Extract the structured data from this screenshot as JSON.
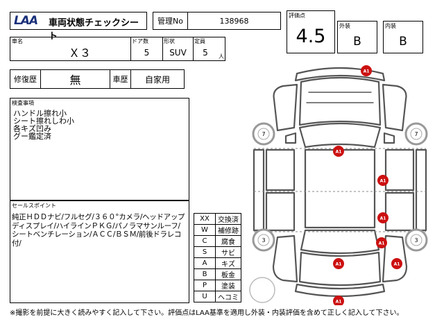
{
  "header": {
    "logo_text": "LAA",
    "title": "車両状態チェックシート",
    "mgmt_label": "管理No",
    "mgmt_value": "138968"
  },
  "rating": {
    "label": "評価点",
    "value": "4.5",
    "exterior_label": "外装",
    "exterior_value": "B",
    "interior_label": "内装",
    "interior_value": "B"
  },
  "vehicle": {
    "name_label": "車名",
    "name_value": "Ｘ３",
    "doors_label": "ドア数",
    "doors_value": "5",
    "shape_label": "形状",
    "shape_value": "SUV",
    "capacity_label": "定員",
    "capacity_value": "5",
    "capacity_unit": "人"
  },
  "history": {
    "repair_label": "修復歴",
    "repair_value": "無",
    "usage_label": "車歴",
    "usage_value": "自家用"
  },
  "inspection": {
    "label": "検査事項",
    "text": "ハンドル擦れ小\nシート擦れしわ小\n各キズ凹み\nグー鑑定済"
  },
  "sales": {
    "label": "セールスポイント",
    "text": "純正ＨＤＤナビ/フルセグ/３６０°カメラ/ヘッドアップディスプレイ/ハイラインＰＫＧ/パノラマサンルーフ/シートベンチレーション/ＡＣＣ/ＢＳＭ/前後ドラレコ付/"
  },
  "legend": [
    {
      "code": "XX",
      "meaning": "交換済"
    },
    {
      "code": "W",
      "meaning": "補修跡"
    },
    {
      "code": "C",
      "meaning": "腐食"
    },
    {
      "code": "S",
      "meaning": "サビ"
    },
    {
      "code": "A",
      "meaning": "キズ"
    },
    {
      "code": "B",
      "meaning": "板金"
    },
    {
      "code": "P",
      "meaning": "塗装"
    },
    {
      "code": "U",
      "meaning": "ヘコミ"
    }
  ],
  "diagram": {
    "markers": [
      {
        "label": "A1",
        "color": "#cc1111"
      },
      {
        "label": "A1",
        "color": "#cc1111"
      },
      {
        "label": "A1",
        "color": "#cc1111"
      },
      {
        "label": "A1",
        "color": "#cc1111"
      },
      {
        "label": "A1",
        "color": "#cc1111"
      },
      {
        "label": "A1",
        "color": "#cc1111"
      },
      {
        "label": "A1",
        "color": "#cc1111"
      },
      {
        "label": "A1",
        "color": "#cc1111"
      }
    ],
    "tires": [
      {
        "label": "7"
      },
      {
        "label": "7"
      },
      {
        "label": "3"
      },
      {
        "label": "3"
      }
    ]
  },
  "footer": {
    "note": "※撮影を前提に大きく読みやすく記入して下さい。評価点はLAA基準を適用し外装・内装評価を含めて正しく記入して下さい。"
  }
}
